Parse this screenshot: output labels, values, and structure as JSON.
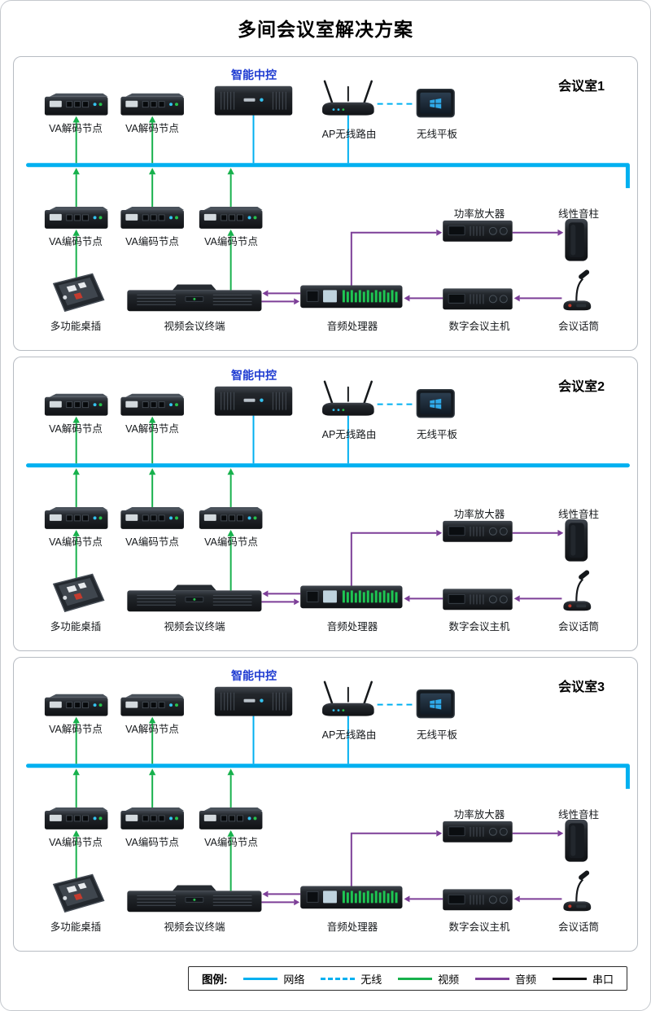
{
  "title": "多间会议室解决方案",
  "rooms": [
    {
      "name": "会议室1",
      "bus_stub": true
    },
    {
      "name": "会议室2",
      "bus_stub": false
    },
    {
      "name": "会议室3",
      "bus_stub": true
    }
  ],
  "labels": {
    "decode_node": "VA解码节点",
    "encode_node": "VA编码节点",
    "central_control": "智能中控",
    "ap_router": "AP无线路由",
    "wireless_tablet": "无线平板",
    "amplifier": "功率放大器",
    "line_speaker": "线性音柱",
    "desk_socket": "多功能桌插",
    "video_terminal": "视频会议终端",
    "audio_processor": "音频处理器",
    "conference_host": "数字会议主机",
    "conference_mic": "会议话筒"
  },
  "legend": {
    "title": "图例:",
    "items": [
      {
        "label": "网络",
        "color": "#00b0f0",
        "style": "solid"
      },
      {
        "label": "无线",
        "color": "#00b0f0",
        "style": "dashed"
      },
      {
        "label": "视频",
        "color": "#17b14c",
        "style": "solid"
      },
      {
        "label": "音频",
        "color": "#7d3f98",
        "style": "solid"
      },
      {
        "label": "串口",
        "color": "#111111",
        "style": "solid"
      }
    ]
  },
  "colors": {
    "network": "#00b0f0",
    "video": "#17b14c",
    "audio": "#7d3f98",
    "control_label": "#1e3bd1"
  }
}
